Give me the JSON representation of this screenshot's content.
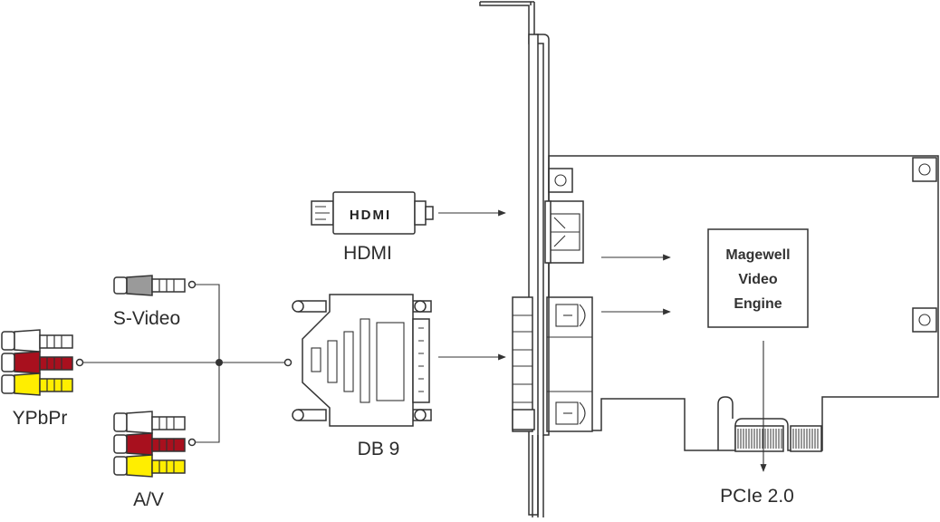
{
  "labels": {
    "hdmi": "HDMI",
    "svideo": "S-Video",
    "ypbpr": "YPbPr",
    "av": "A/V",
    "db9": "DB 9",
    "pcie": "PCIe 2.0",
    "hdmi_plug_text": "HDMI"
  },
  "engine": {
    "line1": "Magewell",
    "line2": "Video",
    "line3": "Engine"
  },
  "colors": {
    "red_plug": "#a8101e",
    "yellow_plug": "#ffee00",
    "gray_plug": "#9a9a9a",
    "white_plug": "#ffffff",
    "line": "#333333"
  }
}
